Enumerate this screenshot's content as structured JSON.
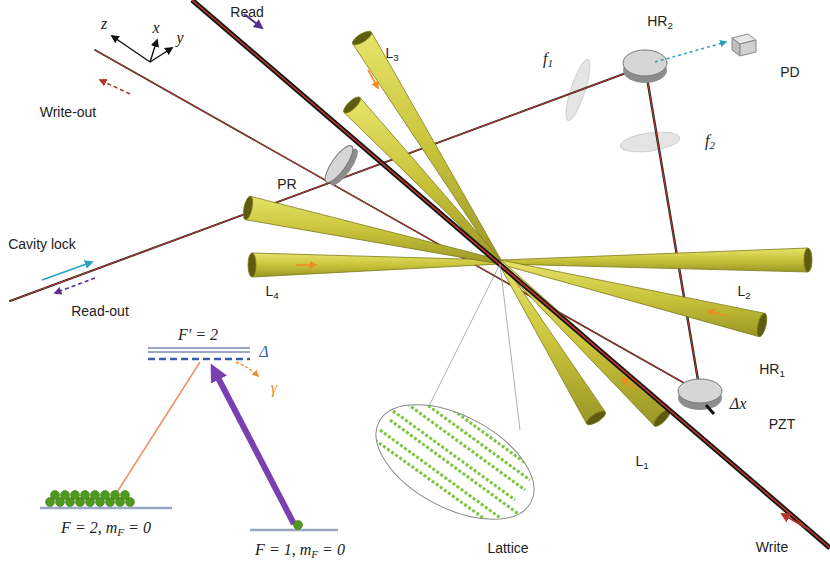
{
  "diagram": {
    "labels": [
      "z",
      "x",
      "y",
      "Read",
      "Write-out",
      "L3",
      "f1",
      "HR2",
      "PD",
      "PR",
      "f2",
      "Cavity lock",
      "Read-out",
      "L4",
      "L2",
      "HR1",
      "Δx",
      "PZT",
      "L1",
      "Write",
      "Lattice",
      "F′ = 2",
      "Δ",
      "γ",
      "F = 2, mF = 0",
      "F = 1, mF = 0"
    ]
  }
}
